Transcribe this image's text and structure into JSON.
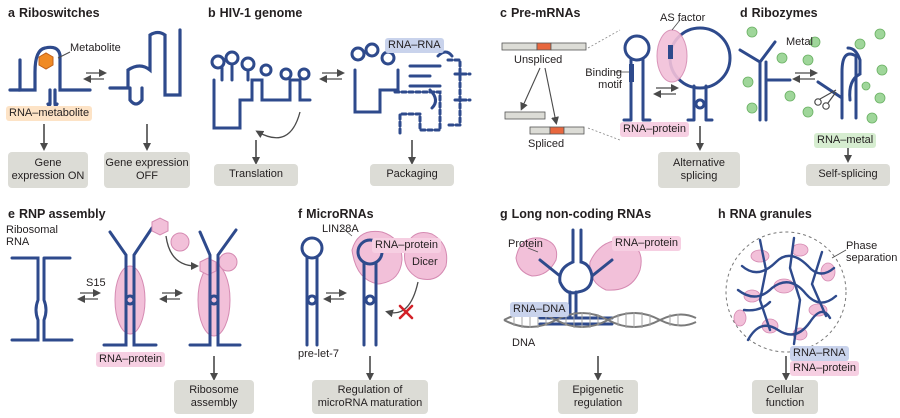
{
  "colors": {
    "rna": "#2e4a8c",
    "protein": "#f2c0d9",
    "protein_stroke": "#d58ab2",
    "box": "#dcdcd6",
    "metal": "#9fd69a",
    "metabolite": "#f08a24",
    "exon": "#e8673e"
  },
  "panels": {
    "a": {
      "letter": "a",
      "title": "Riboswitches",
      "metabolite": "Metabolite",
      "tag": "RNA–metabolite",
      "box_on": "Gene expression ON",
      "box_off": "Gene expression OFF"
    },
    "b": {
      "letter": "b",
      "title": "HIV-1 genome",
      "tag": "RNA–RNA",
      "box_translation": "Translation",
      "box_packaging": "Packaging"
    },
    "c": {
      "letter": "c",
      "title": "Pre-mRNAs",
      "unspliced": "Unspliced",
      "spliced": "Spliced",
      "as_factor": "AS factor",
      "binding_motif": "Binding motif",
      "tag": "RNA–protein",
      "box": "Alternative splicing"
    },
    "d": {
      "letter": "d",
      "title": "Ribozymes",
      "metal": "Metal",
      "tag": "RNA–metal",
      "box": "Self-splicing"
    },
    "e": {
      "letter": "e",
      "title": "RNP assembly",
      "ribosomal_rna": "Ribosomal RNA",
      "s15": "S15",
      "tag": "RNA–protein",
      "box": "Ribosome assembly"
    },
    "f": {
      "letter": "f",
      "title": "MicroRNAs",
      "lin28a": "LIN28A",
      "tag": "RNA–protein",
      "dicer": "Dicer",
      "pre_let7": "pre-let-7",
      "box": "Regulation of microRNA maturation"
    },
    "g": {
      "letter": "g",
      "title": "Long non-coding RNAs",
      "protein": "Protein",
      "tag_protein": "RNA–protein",
      "tag_dna": "RNA–DNA",
      "dna": "DNA",
      "box": "Epigenetic regulation"
    },
    "h": {
      "letter": "h",
      "title": "RNA granules",
      "phase": "Phase separation",
      "tag_rna": "RNA–RNA",
      "tag_protein": "RNA–protein",
      "box": "Cellular function"
    }
  }
}
